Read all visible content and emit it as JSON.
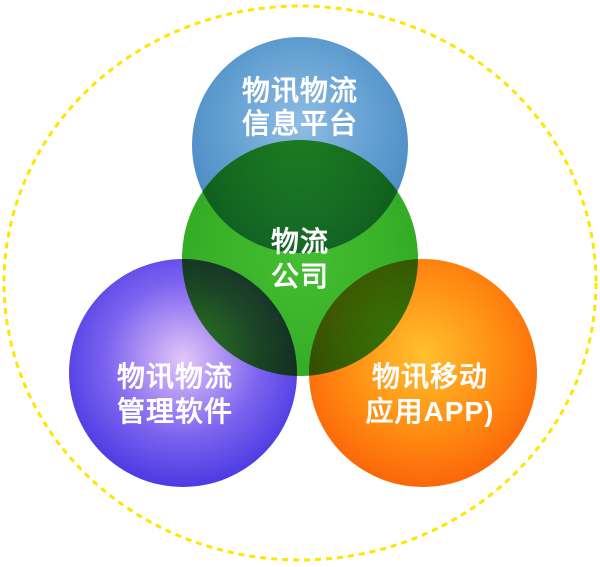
{
  "diagram": {
    "background_color": "#FFFFFF",
    "text_color": "#FFFFFF",
    "outer_ring": {
      "color": "#FFE600",
      "style": "dashed"
    },
    "top": {
      "label_line1": "物讯物流",
      "label_line2": "信息平台",
      "color_core": "#8FBCE3",
      "color_mid": "#5F9DD0",
      "color_edge": "#3C7CBA"
    },
    "center": {
      "label_line1": "物流",
      "label_line2": "公司",
      "color_core": "#45BE32",
      "color_mid": "#38B028",
      "color_edge": "#2FA420"
    },
    "left": {
      "label_line1": "物讯物流",
      "label_line2": "管理软件",
      "color_core": "#E3C6F8",
      "color_mid": "#7C63EF",
      "color_edge": "#2C20DB"
    },
    "right": {
      "label_line1": "物讯移动",
      "label_line2": "应用APP)",
      "color_core": "#FFC02E",
      "color_mid": "#FF8C12",
      "color_edge": "#F94F04"
    }
  }
}
